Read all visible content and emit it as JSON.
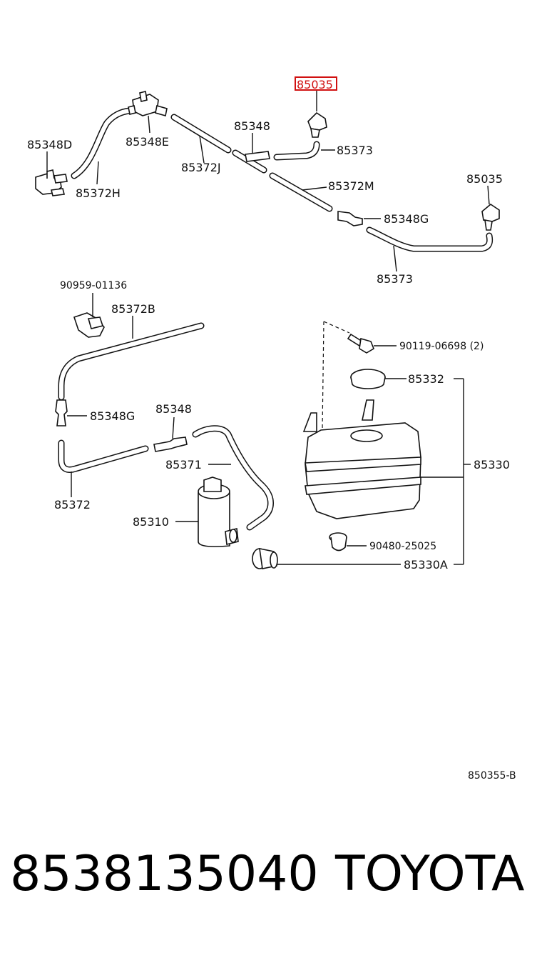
{
  "diagram": {
    "labels": {
      "p85035_highlight": "85035",
      "p85348_top": "85348",
      "p85348D": "85348D",
      "p85348E": "85348E",
      "p85372J": "85372J",
      "p85373_top": "85373",
      "p85372H": "85372H",
      "p85372M": "85372M",
      "p85035_right": "85035",
      "p85348G_top": "85348G",
      "p85373_bottom": "85373",
      "p90959": "90959-01136",
      "p85372B": "85372B",
      "p90119": "90119-06698 (2)",
      "p85332": "85332",
      "p85348G_left": "85348G",
      "p85348_mid": "85348",
      "p85330": "85330",
      "p85371": "85371",
      "p85372": "85372",
      "p85310": "85310",
      "p90480": "90480-25025",
      "p85330A": "85330A"
    },
    "figure_code": "850355-B",
    "highlight_color": "#d11111"
  },
  "footer": {
    "part_number": "8538135040",
    "brand": "TOYOTA"
  }
}
